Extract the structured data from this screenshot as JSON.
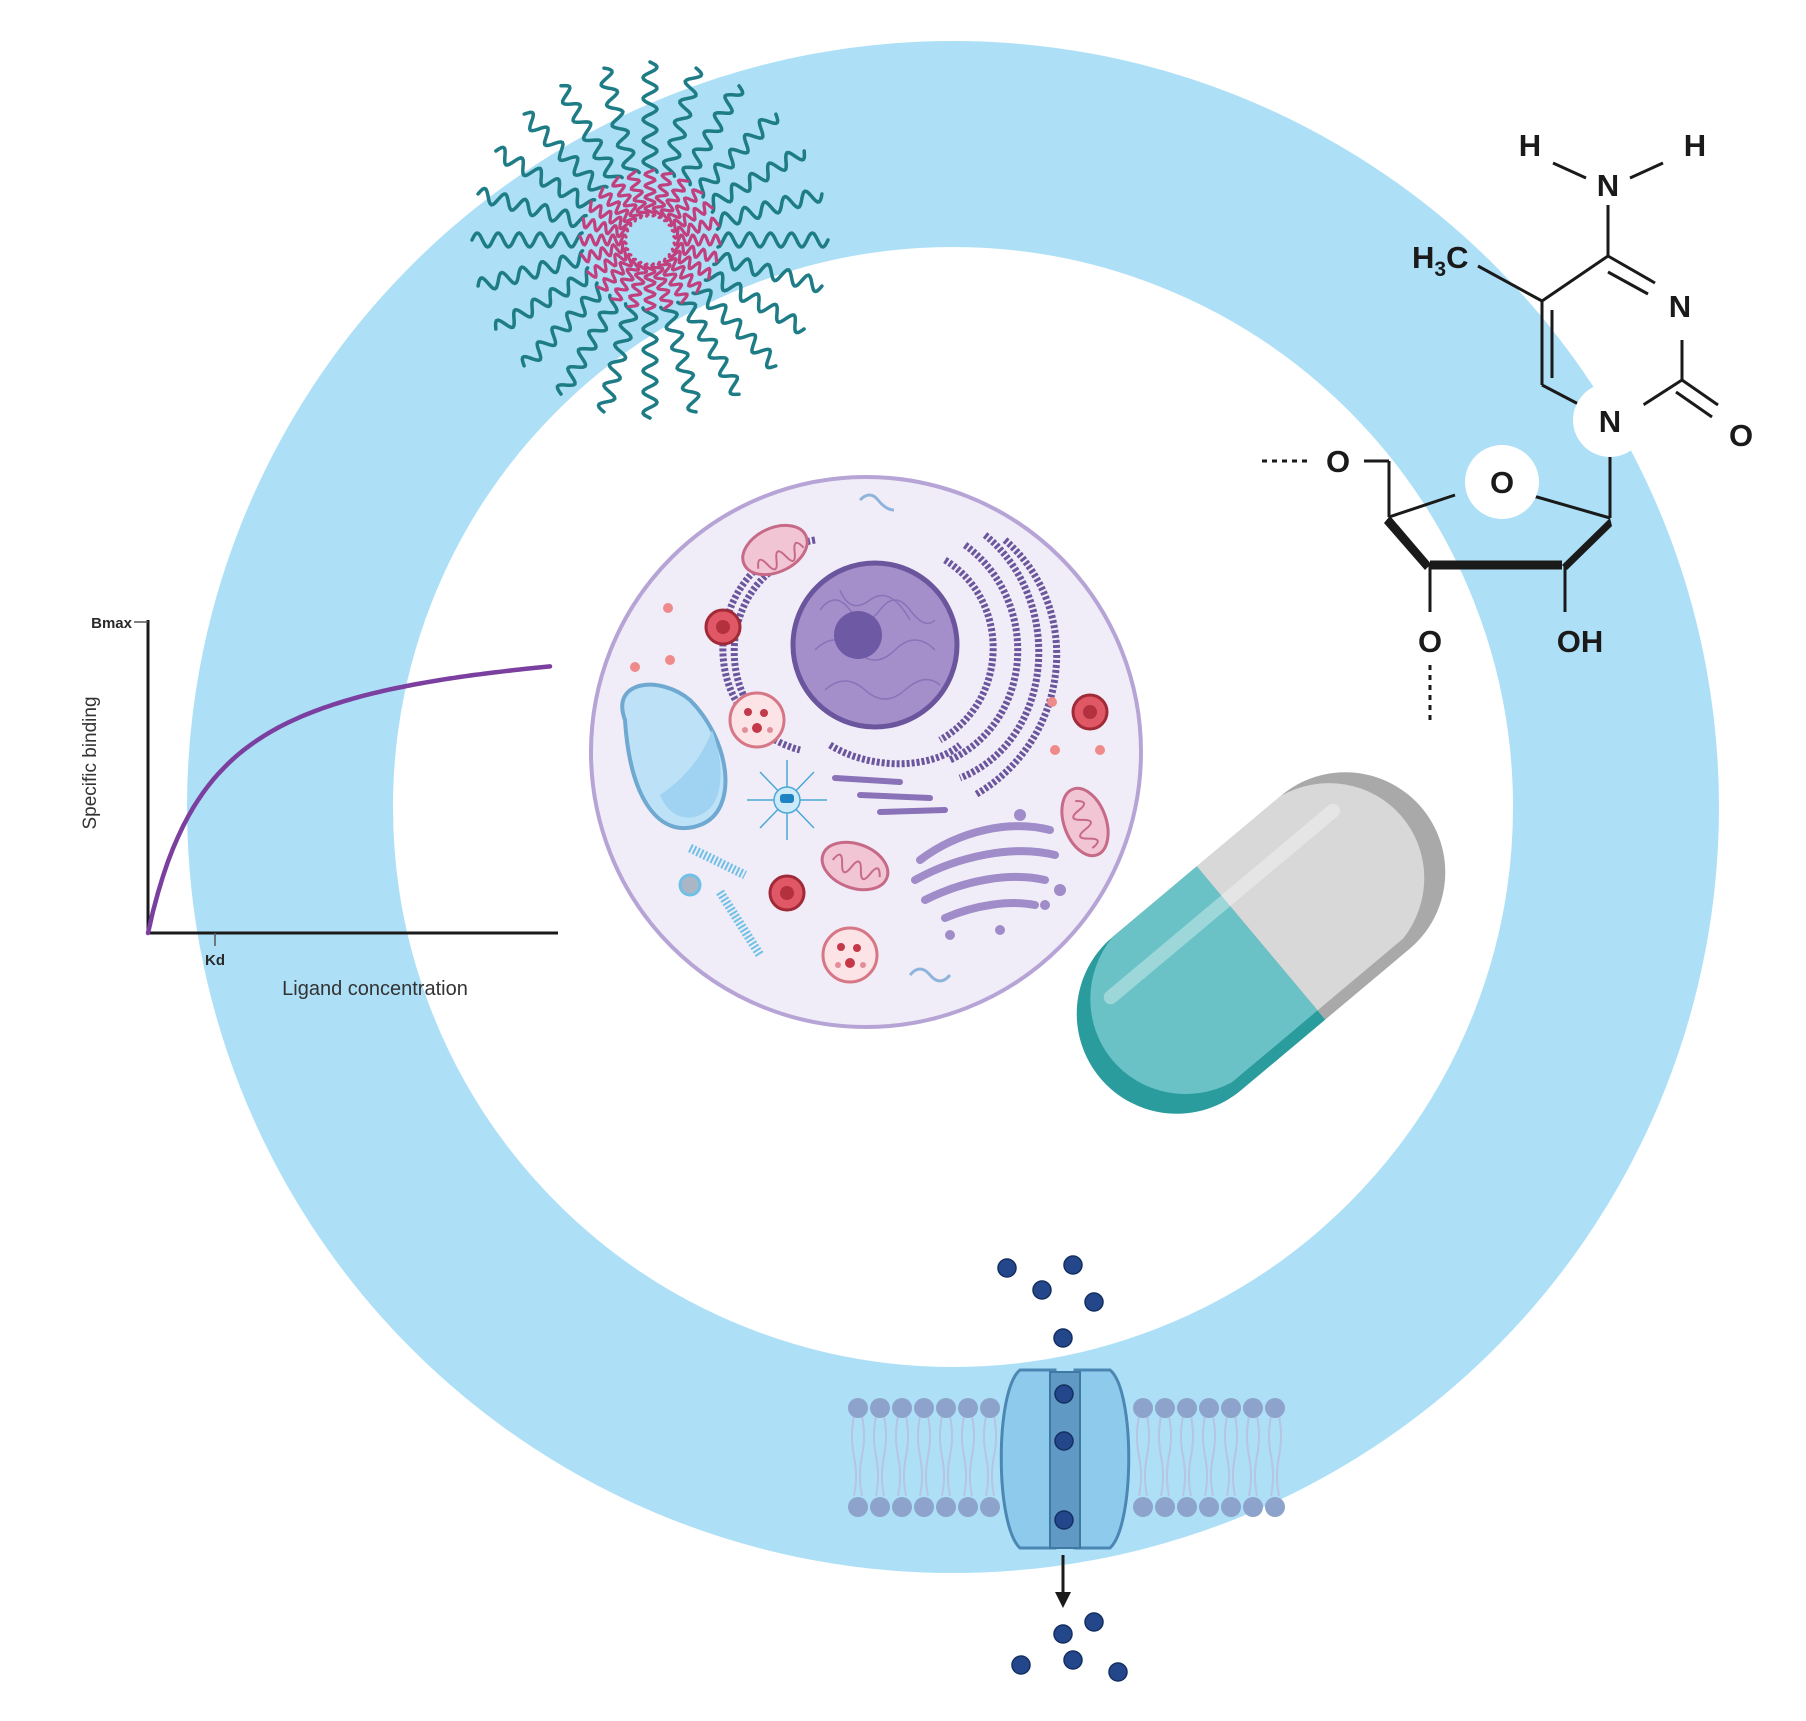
{
  "colors": {
    "ring": "#ade0f7",
    "micelle_tail": "#1d7c85",
    "micelle_head": "#c23f7d",
    "curve": "#7b3fa0",
    "cell_fill": "#f1edf8",
    "cell_stroke": "#b7a4d6",
    "nucleus": "#a58fcb",
    "er": "#6b569e",
    "capsule_teal": "#69c1c5",
    "capsule_grey": "#d6d6d6",
    "ion": "#24478c",
    "lipid_head": "#8da3cb",
    "channel": "#7ab8de"
  },
  "binding_chart": {
    "chart_data": {
      "type": "line",
      "title": "",
      "xlabel": "Ligand concentration",
      "ylabel": "Specific binding",
      "y_tick": "Bmax",
      "x_tick": "Kd",
      "model": "hyperbolic saturation: y = Bmax·x/(Kd + x)",
      "series": [
        {
          "values_x_over_kd": [
            0,
            0.25,
            0.5,
            1,
            2,
            3,
            4,
            5,
            6
          ],
          "values_y_over_bmax": [
            0,
            0.2,
            0.333,
            0.5,
            0.667,
            0.75,
            0.8,
            0.833,
            0.857
          ]
        }
      ]
    }
  },
  "nucleotide": {
    "atoms": {
      "h_left": "H",
      "h_right": "H",
      "n_amino": "N",
      "ch3_prefix": "H",
      "ch3_subscript": "3",
      "ch3_suffix": "C",
      "n3": "N",
      "n1": "N",
      "o_carbonyl": "O",
      "o_5prime": "O",
      "o_ring": "O",
      "o_3prime": "O",
      "oh_2prime": "OH"
    }
  },
  "icons": [
    "micelle-icon",
    "animal-cell-icon",
    "capsule-pill-icon",
    "ion-channel-membrane-icon",
    "methylcytidine-structure-icon",
    "saturation-binding-curve-icon"
  ]
}
